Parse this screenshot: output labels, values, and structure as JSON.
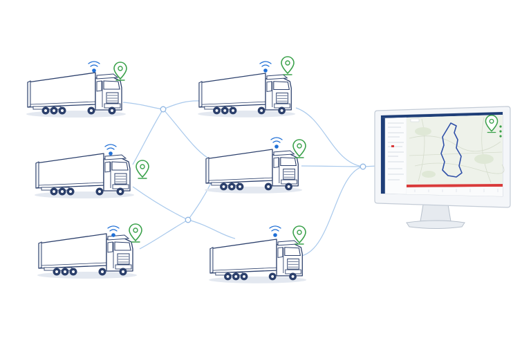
{
  "colors": {
    "outline": "#2b3f6b",
    "truck_fill": "#ffffff",
    "shadow": "#e3e8f0",
    "wheel": "#2b3f6b",
    "signal_dot": "#1f6fd6",
    "signal_wave": "#1f6fd6",
    "gps_pin": "#3aa14a",
    "network_line": "#a9c9ec",
    "monitor_frame": "#dfe4ea",
    "monitor_stand": "#c9d0d9",
    "map_bg": "#eef2ea",
    "map_route": "#2e4fa8",
    "app_header": "#1e3e78",
    "timeline_red": "#d93a3a"
  },
  "icons": {
    "gps": "map-pin-icon",
    "signal": "wifi-signal-icon",
    "vehicle": "semi-truck-icon",
    "display": "monitor-icon"
  },
  "trucks": [
    {
      "id": "truck-1"
    },
    {
      "id": "truck-2"
    },
    {
      "id": "truck-3"
    },
    {
      "id": "truck-4"
    },
    {
      "id": "truck-5"
    },
    {
      "id": "truck-6"
    }
  ]
}
